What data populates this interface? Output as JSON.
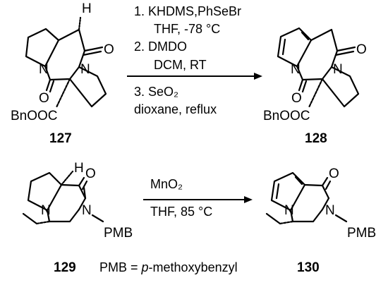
{
  "reaction_1": {
    "start_compound": {
      "id": "127",
      "atoms": {
        "o_top": "O",
        "o_bottom": "O",
        "n_left": "N",
        "n_right": "N",
        "h": "H",
        "ester": "BnOOC"
      }
    },
    "conditions": [
      "1. KHDMS,PhSeBr",
      "THF, -78 °C",
      "2. DMDO",
      "DCM, RT",
      "3. SeO₂",
      "dioxane, reflux"
    ],
    "product": {
      "id": "128",
      "atoms": {
        "o_top": "O",
        "o_bottom": "O",
        "n_left": "N",
        "n_right": "N",
        "ester": "BnOOC"
      }
    }
  },
  "reaction_2": {
    "start_compound": {
      "id": "129",
      "atoms": {
        "o": "O",
        "n_ring": "N",
        "n_amide": "N",
        "h": "H",
        "pg": "PMB"
      }
    },
    "conditions": [
      "MnO₂",
      "THF, 85 °C"
    ],
    "product": {
      "id": "130",
      "atoms": {
        "o": "O",
        "n_ring": "N",
        "n_amide": "N",
        "pg": "PMB"
      }
    }
  },
  "footnote": {
    "prefix": "PMB = ",
    "italic": "p",
    "suffix": "-methoxybenzyl"
  }
}
